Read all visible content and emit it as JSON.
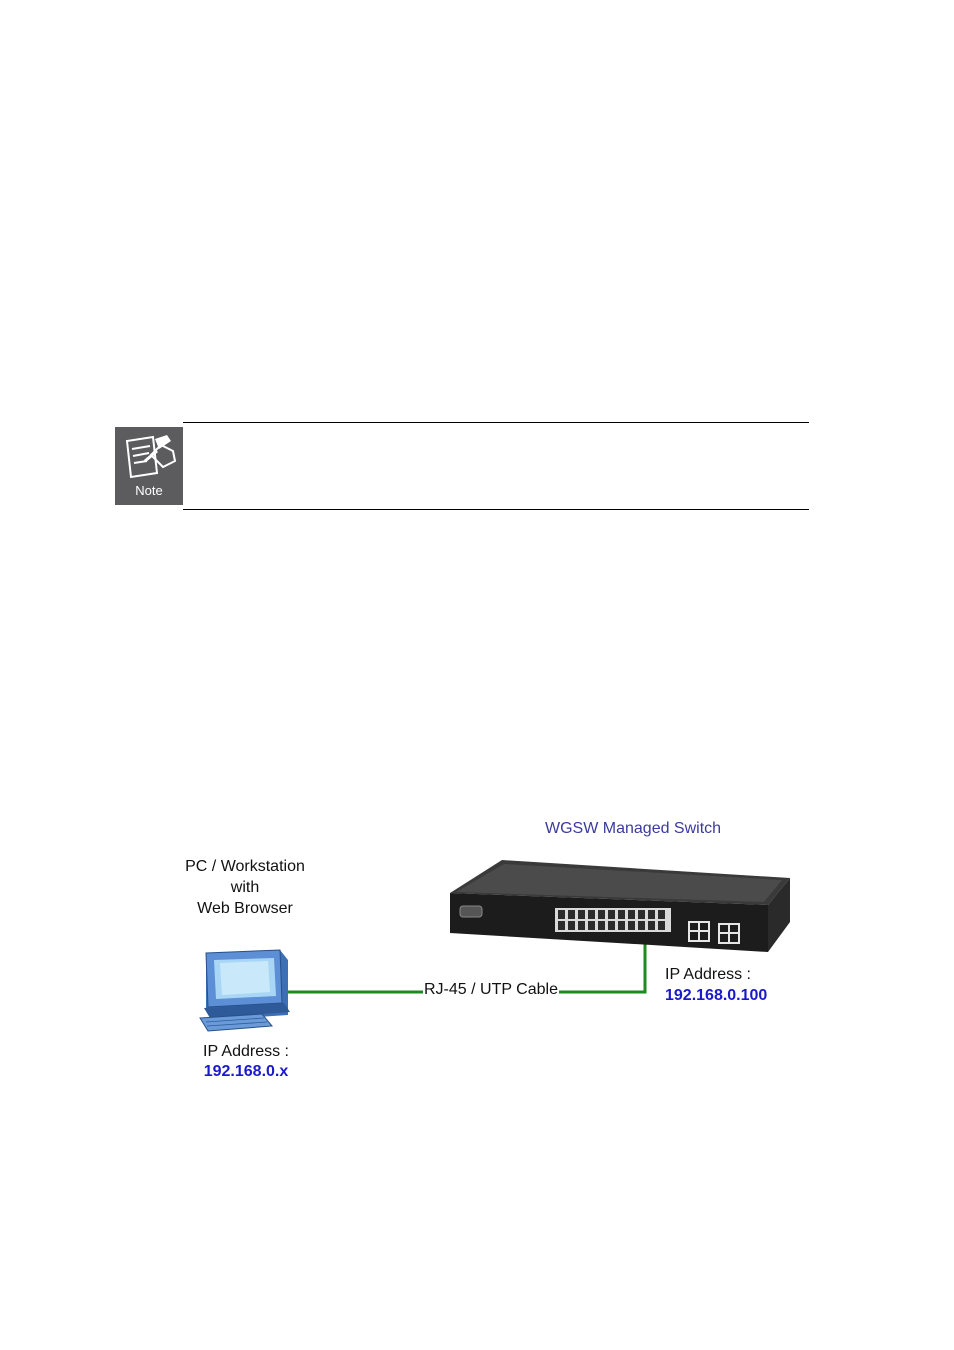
{
  "note": {
    "icon_label": "Note",
    "icon": "note-pencil-icon",
    "color": "#5c5c5f"
  },
  "diagram": {
    "switch_title": "WGSW Managed Switch",
    "pc_title_line1": "PC / Workstation",
    "pc_title_line2": "with",
    "pc_title_line3": "Web Browser",
    "cable_label": "RJ-45 / UTP Cable",
    "pc_ip_label": "IP Address :",
    "pc_ip_value": "192.168.0.x",
    "switch_ip_label": "IP Address :",
    "switch_ip_value": "192.168.0.100",
    "cable_color": "#1f8a1f",
    "ip_color": "#1a1acc"
  }
}
